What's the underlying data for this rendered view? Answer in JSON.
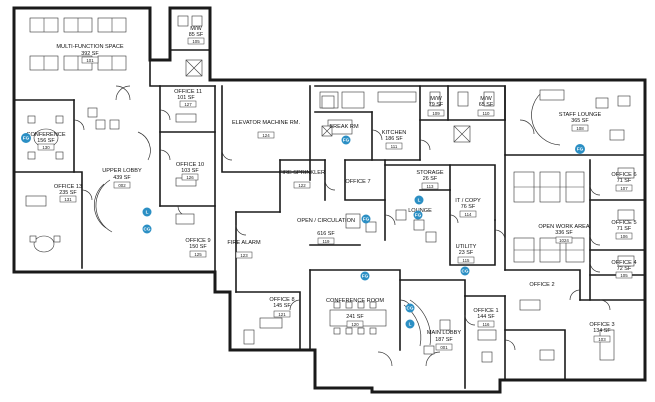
{
  "rooms": [
    {
      "id": "multi",
      "name": "MULTI-FUNCTION SPACE",
      "area": "392 SF",
      "num": "101"
    },
    {
      "id": "mw1",
      "name": "M/W",
      "area": "85 SF",
      "num": "105"
    },
    {
      "id": "office11",
      "name": "OFFICE 11",
      "area": "101 SF",
      "num": "127"
    },
    {
      "id": "conf",
      "name": "CONFERENCE",
      "area": "156 SF",
      "num": "130"
    },
    {
      "id": "upper_lobby",
      "name": "UPPER LOBBY",
      "area": "439 SF",
      "num": "002"
    },
    {
      "id": "office10",
      "name": "OFFICE 10",
      "area": "103 SF",
      "num": "126"
    },
    {
      "id": "office13",
      "name": "OFFICE 13",
      "area": "235 SF",
      "num": "131"
    },
    {
      "id": "office9",
      "name": "OFFICE 9",
      "area": "150 SF",
      "num": "125"
    },
    {
      "id": "elevator",
      "name": "ELEVATOR MACHINE RM.",
      "area": "",
      "num": "124"
    },
    {
      "id": "fire_alarm",
      "name": "FIRE ALARM",
      "area": "",
      "num": "123"
    },
    {
      "id": "fire_sprinkler",
      "name": "FIRE SPRINKLER",
      "area": "",
      "num": "122"
    },
    {
      "id": "break_room",
      "name": "BREAK RM",
      "area": "",
      "num": ""
    },
    {
      "id": "kitchen",
      "name": "KITCHEN",
      "area": "186 SF",
      "num": "111"
    },
    {
      "id": "mw2",
      "name": "M/W",
      "area": "79 SF",
      "num": "109"
    },
    {
      "id": "mw3",
      "name": "M/W",
      "area": "65 SF",
      "num": "110"
    },
    {
      "id": "staff_lounge",
      "name": "STAFF LOUNGE",
      "area": "365 SF",
      "num": "108"
    },
    {
      "id": "office7",
      "name": "OFFICE 7",
      "area": "",
      "num": ""
    },
    {
      "id": "storage",
      "name": "STORAGE",
      "area": "26 SF",
      "num": "113"
    },
    {
      "id": "it_copy",
      "name": "IT / COPY",
      "area": "76 SF",
      "num": "114"
    },
    {
      "id": "open_circ",
      "name": "OPEN / CIRCULATION",
      "area": "616 SF",
      "num": "119"
    },
    {
      "id": "lounge",
      "name": "LOUNGE",
      "area": "",
      "num": ""
    },
    {
      "id": "utility",
      "name": "UTILITY",
      "area": "23 SF",
      "num": "115"
    },
    {
      "id": "open_work",
      "name": "OPEN WORK AREA",
      "area": "336 SF",
      "num": "1024"
    },
    {
      "id": "office6",
      "name": "OFFICE 6",
      "area": "71 SF",
      "num": "107"
    },
    {
      "id": "office5",
      "name": "OFFICE 5",
      "area": "71 SF",
      "num": "106"
    },
    {
      "id": "office4",
      "name": "OFFICE 4",
      "area": "72 SF",
      "num": "105"
    },
    {
      "id": "office2",
      "name": "OFFICE 2",
      "area": "",
      "num": ""
    },
    {
      "id": "office3",
      "name": "OFFICE 3",
      "area": "134 SF",
      "num": "103"
    },
    {
      "id": "office8",
      "name": "OFFICE 8",
      "area": "145 SF",
      "num": "121"
    },
    {
      "id": "conf_room",
      "name": "CONFERENCE ROOM",
      "area": "241 SF",
      "num": "120"
    },
    {
      "id": "office1",
      "name": "OFFICE 1",
      "area": "144 SF",
      "num": "116"
    },
    {
      "id": "main_lobby",
      "name": "MAIN LOBBY",
      "area": "187 SF",
      "num": "001"
    }
  ],
  "markers": [
    {
      "id": "m1",
      "label": "FG"
    },
    {
      "id": "m2",
      "label": "L"
    },
    {
      "id": "m3",
      "label": "CG"
    },
    {
      "id": "m4",
      "label": "FG"
    },
    {
      "id": "m5",
      "label": "FG"
    },
    {
      "id": "m6",
      "label": "L"
    },
    {
      "id": "m7",
      "label": "FG"
    },
    {
      "id": "m8",
      "label": "CG"
    },
    {
      "id": "m9",
      "label": "FG"
    },
    {
      "id": "m10",
      "label": "CG"
    },
    {
      "id": "m11",
      "label": "L"
    },
    {
      "id": "m12",
      "label": "FG"
    }
  ],
  "marker_color": "#2b8fc4"
}
